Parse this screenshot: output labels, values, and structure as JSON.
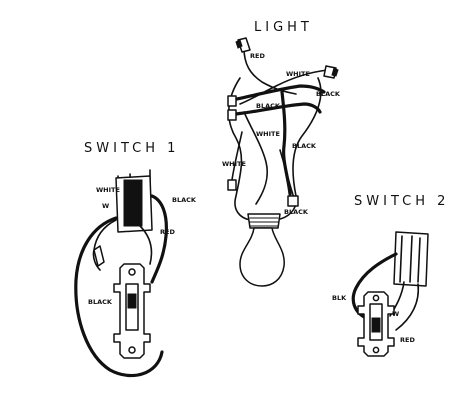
{
  "titles": {
    "light": "LIGHT",
    "switch1": "SWITCH 1",
    "switch2": "SWITCH 2"
  },
  "labels": {
    "light_red": "RED",
    "light_white_top": "WHITE",
    "light_black_right": "BLACK",
    "light_black_left": "BLACK",
    "light_white_mid": "WHITE",
    "light_black_mid": "BLACK",
    "light_white_left": "WHITE",
    "light_black_bottom": "BLACK",
    "s1_white": "WHITE",
    "s1_w": "W",
    "s1_black_top": "BLACK",
    "s1_red": "RED",
    "s1_black_left": "BLACK",
    "s2_blk": "BLK",
    "s2_w": "W",
    "s2_red": "RED"
  },
  "colors": {
    "ink": "#111111",
    "background": "#ffffff"
  }
}
